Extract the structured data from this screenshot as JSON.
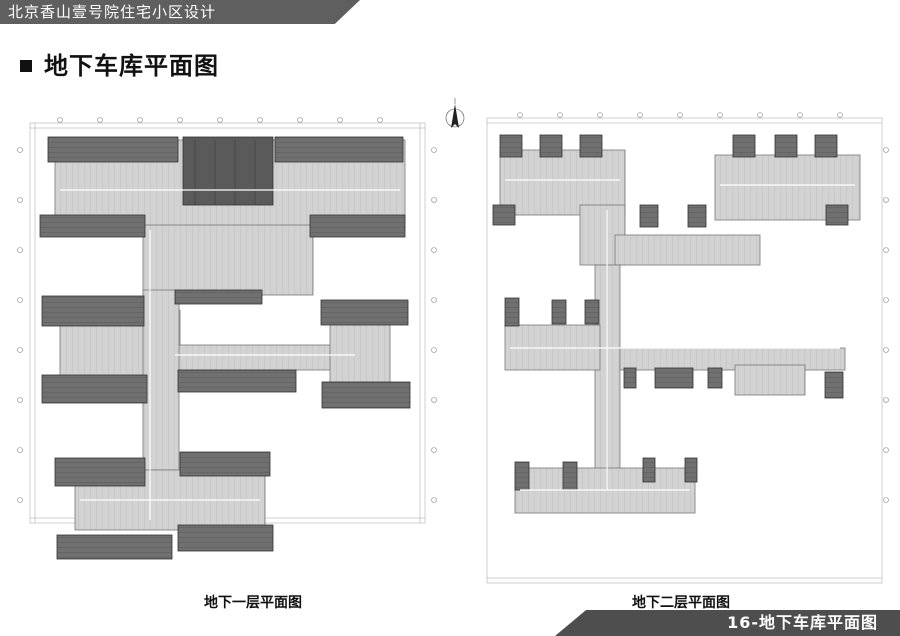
{
  "header": {
    "project_title": "北京香山壹号院住宅小区设计"
  },
  "section": {
    "title": "地下车库平面图"
  },
  "plans": {
    "left_caption": "地下一层平面图",
    "right_caption": "地下二层平面图"
  },
  "footer": {
    "sheet_label": "16-地下车库平面图"
  },
  "colors": {
    "banner": "#5f5f5f",
    "garage_floor": "#cfcfcf",
    "building_block": "#6e6e6e",
    "dark_core": "#4a4a4a",
    "grid_line": "#9a9a9a"
  },
  "icons": {
    "north_arrow": "north-arrow-icon"
  }
}
